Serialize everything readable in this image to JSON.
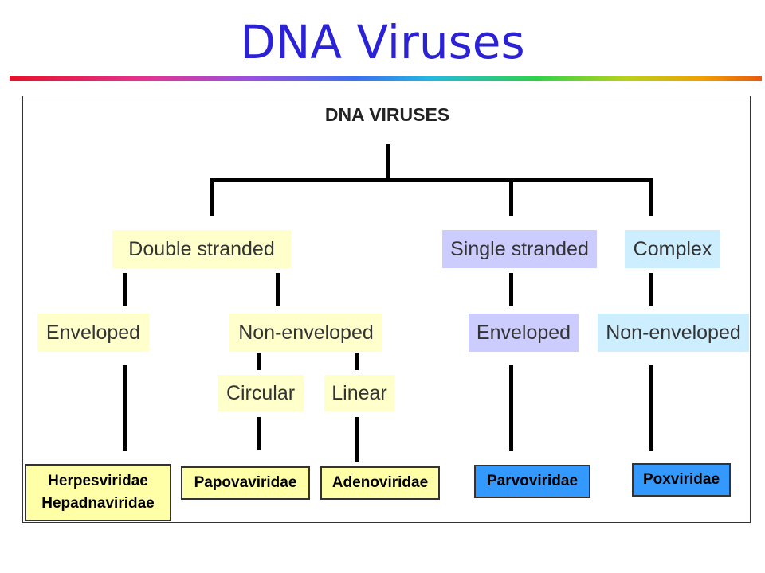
{
  "slide": {
    "title": "DNA Viruses"
  },
  "diagram": {
    "root": "DNA VIRUSES",
    "double_stranded": "Double stranded",
    "single_stranded": "Single stranded",
    "complex": "Complex",
    "ds_enveloped": "Enveloped",
    "ds_non_enveloped": "Non-enveloped",
    "circular": "Circular",
    "linear": "Linear",
    "ss_enveloped": "Enveloped",
    "cx_non_enveloped": "Non-enveloped",
    "families": {
      "herpesviridae": "Herpesviridae",
      "hepadnaviridae": "Hepadnaviridae",
      "papovaviridae": "Papovaviridae",
      "adenoviridae": "Adenoviridae",
      "parvoviridae": "Parvoviridae",
      "poxviridae": "Poxviridae"
    }
  },
  "colors": {
    "title": "#2b22d6",
    "yellow_label": "#ffffcc",
    "purple_label": "#ccccff",
    "blue_label": "#cceeff",
    "yellow_family": "#ffffa8",
    "blue_family": "#3399ff"
  }
}
